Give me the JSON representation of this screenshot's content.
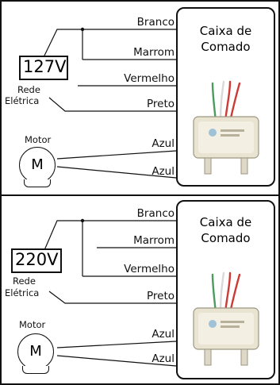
{
  "panels": [
    {
      "voltage": "127V",
      "network_label": [
        "Rede",
        "Elétrica"
      ],
      "motor_label": "Motor",
      "motor_symbol": "M",
      "control_box": [
        "Caixa de",
        "Comado"
      ],
      "wires": [
        "Branco",
        "Marrom",
        "Vermelho",
        "Preto",
        "Azul",
        "Azul"
      ]
    },
    {
      "voltage": "220V",
      "network_label": [
        "Rede",
        "Elétrica"
      ],
      "motor_label": "Motor",
      "motor_symbol": "M",
      "control_box": [
        "Caixa de",
        "Comado"
      ],
      "wires": [
        "Branco",
        "Marrom",
        "Vermelho",
        "Preto",
        "Azul",
        "Azul"
      ]
    }
  ],
  "colors": {
    "line": "#111111",
    "wire_red": "#cc3b35",
    "wire_green": "#4a9c61",
    "wire_white": "#d9d9d9",
    "device_body": "#e9e4d2"
  },
  "icons": [
    "motor-symbol",
    "capacitor-device-photo"
  ]
}
